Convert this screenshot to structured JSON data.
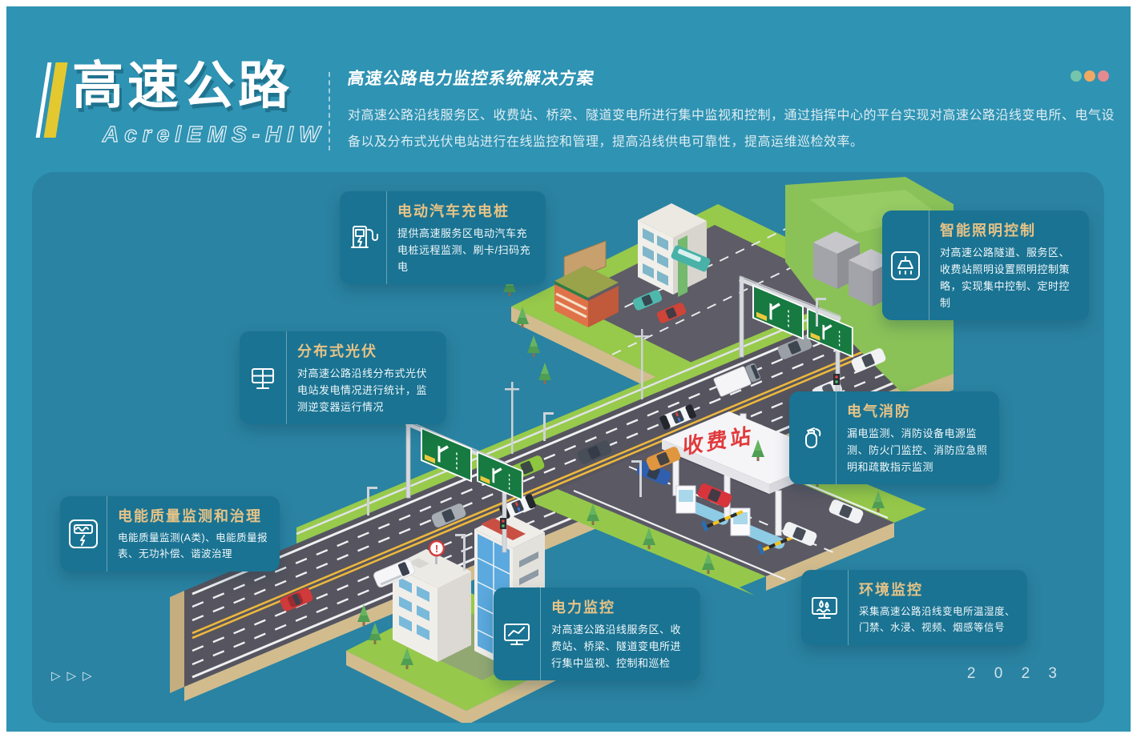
{
  "header": {
    "brand_title": "高速公路",
    "brand_subtitle": "AcrelEMS-HIW",
    "solution_title": "高速公路电力监控系统解决方案",
    "solution_desc": "对高速公路沿线服务区、收费站、桥梁、隧道变电所进行集中监视和控制，通过指挥中心的平台实现对高速公路沿线变电所、电气设备以及分布式光伏电站进行在线监控和管理，提高沿线供电可靠性，提高运维巡检效率。"
  },
  "cards": [
    {
      "id": "ev-charging",
      "icon": "ev-charger-icon",
      "title": "电动汽车充电桩",
      "desc": "提供高速服务区电动汽车充电桩远程监测、刷卡/扫码充电"
    },
    {
      "id": "lighting",
      "icon": "ceiling-lamp-icon",
      "title": "智能照明控制",
      "desc": "对高速公路隧道、服务区、收费站照明设置照明控制策略，实现集中控制、定时控制"
    },
    {
      "id": "pv",
      "icon": "solar-panel-icon",
      "title": "分布式光伏",
      "desc": "对高速公路沿线分布式光伏电站发电情况进行统计，监测逆变器运行情况"
    },
    {
      "id": "fire",
      "icon": "fire-extinguisher-icon",
      "title": "电气消防",
      "desc": "漏电监测、消防设备电源监测、防火门监控、消防应急照明和疏散指示监测"
    },
    {
      "id": "power-quality",
      "icon": "power-quality-meter-icon",
      "title": "电能质量监测和治理",
      "desc": "电能质量监测(A类)、电能质量报表、无功补偿、谐波治理"
    },
    {
      "id": "power-monitor",
      "icon": "monitor-chart-icon",
      "title": "电力监控",
      "desc": "对高速公路沿线服务区、收费站、桥梁、隧道变电所进行集中监视、控制和巡检"
    },
    {
      "id": "environment",
      "icon": "monitor-water-icon",
      "title": "环境监控",
      "desc": "采集高速公路沿线变电所温湿度、门禁、水浸、视频、烟感等信号"
    }
  ],
  "illustration": {
    "toll_station_label": "收费站"
  },
  "footer": {
    "year": "2 0 2 3",
    "arrows": [
      "▷",
      "▷",
      "▷"
    ]
  },
  "colors": {
    "accent_yellow": "#e3c92f",
    "outer_bg": "#2f93b3",
    "panel_bg": "#2a83a2",
    "card_bg": "#1a7392",
    "card_title_gold": "#e6c387",
    "toll_label_red": "#e13a3c",
    "dots": [
      "#74c5ac",
      "#f0a963",
      "#e58a90"
    ]
  }
}
